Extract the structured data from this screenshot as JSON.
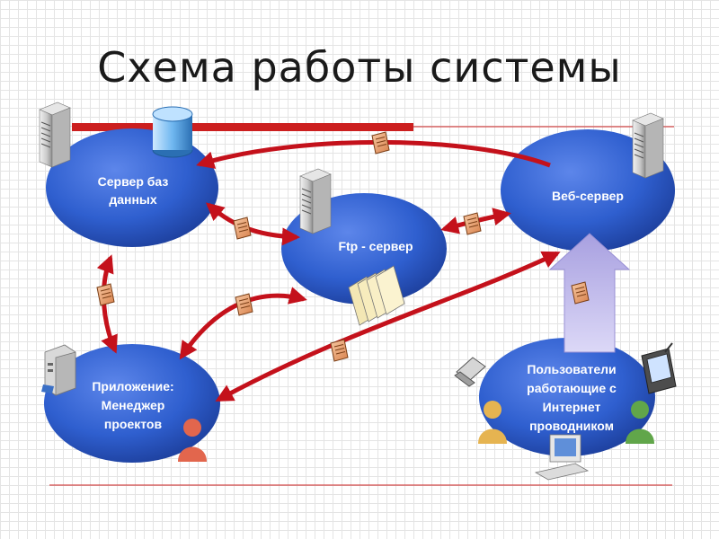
{
  "slide": {
    "title": "Схема работы системы"
  },
  "nodes": {
    "db_server": {
      "line1": "Сервер баз",
      "line2": "данных"
    },
    "ftp_server": {
      "line1": "Ftp - сервер"
    },
    "web_server": {
      "line1": "Веб-сервер"
    },
    "app": {
      "line1": "Приложение:",
      "line2": "Менеджер",
      "line3": "проектов"
    },
    "users": {
      "line1": "Пользователи",
      "line2": "работающие с",
      "line3": "Интернет",
      "line4": "проводником"
    }
  },
  "colors": {
    "ellipse": "#2f5fcf",
    "arrow": "#c4111b",
    "red_rule": "#cc1f1f",
    "document": "#e9a06a",
    "big_arrow": "#b8b2e6"
  },
  "icons": [
    "server-tower-icon",
    "database-cylinder-icon",
    "document-icon",
    "file-folders-icon",
    "mobile-phone-icon",
    "pda-icon",
    "workstation-icon",
    "user-person-icon"
  ]
}
